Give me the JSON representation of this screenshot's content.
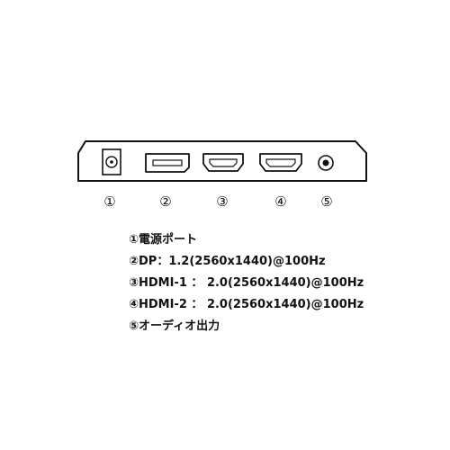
{
  "port_numbers": [
    "①",
    "②",
    "③",
    "④",
    "⑤"
  ],
  "legend": [
    "①電源ポート",
    "②DP：1.2(2560x1440)@100Hz",
    "③HDMI-1 ： 2.0(2560x1440)@100Hz",
    "④HDMI-2 ： 2.0(2560x1440)@100Hz",
    "⑤オーディオ出力"
  ],
  "colors": {
    "line": "#111111",
    "background": "#ffffff"
  },
  "icons": [
    "dc-power-port-icon",
    "displayport-icon",
    "hdmi-port-icon",
    "hdmi-port-icon",
    "audio-jack-icon"
  ]
}
